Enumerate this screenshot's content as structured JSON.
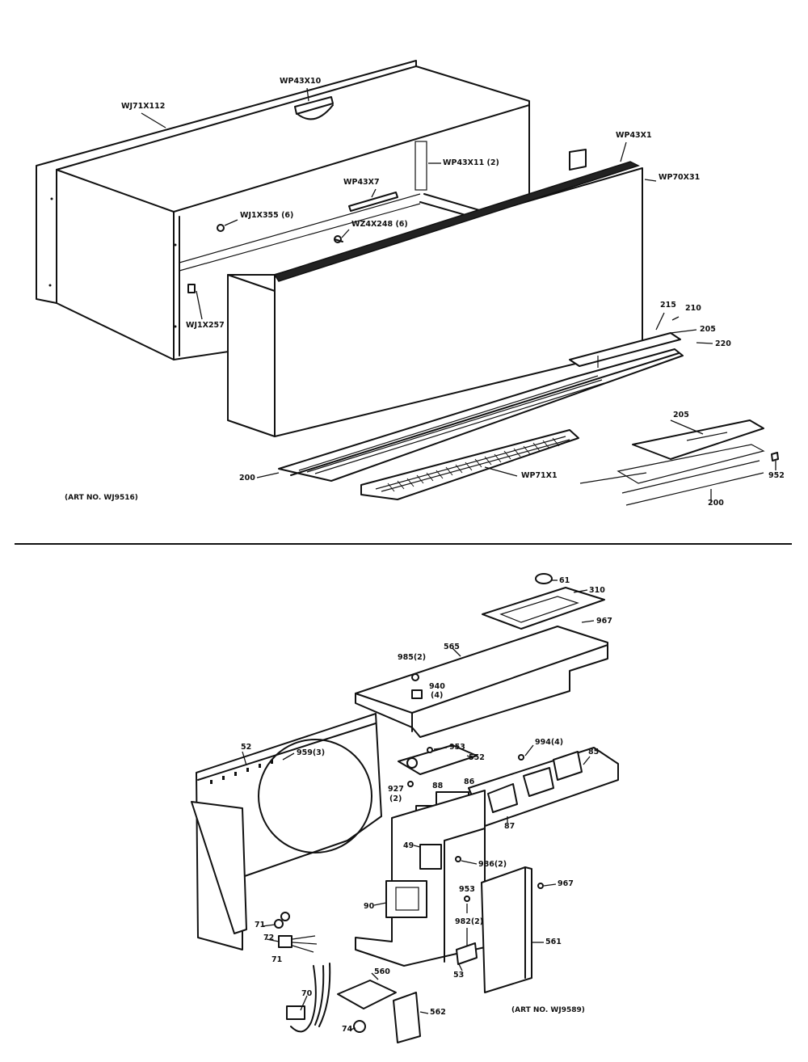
{
  "upper_diagram": {
    "art_no": "(ART NO. WJ9516)",
    "callouts": {
      "wp43x10": "WP43X10",
      "wj71x112": "WJ71X112",
      "wp43x1": "WP43X1",
      "wp43x11": "WP43X11 (2)",
      "wp70x31": "WP70X31",
      "wp43x7": "WP43X7",
      "wj1x355": "WJ1X355 (6)",
      "wz4x248": "WZ4X248 (6)",
      "wj1x257": "WJ1X257",
      "p215": "215",
      "p210": "210",
      "p205a": "205",
      "p220": "220",
      "p205b": "205",
      "p952": "952",
      "p200a": "200",
      "wp71x1": "WP71X1",
      "p200b": "200"
    }
  },
  "lower_diagram": {
    "art_no": "(ART NO. WJ9589)",
    "callouts": {
      "p61": "61",
      "p310": "310",
      "p967a": "967",
      "p565": "565",
      "p985": "985(2)",
      "p940": "940",
      "p940q": "(4)",
      "p52": "52",
      "p959": "959(3)",
      "p953a": "953",
      "p994": "994(4)",
      "p85": "85",
      "p552": "552",
      "p927": "927",
      "p927q": "(2)",
      "p88": "88",
      "p86": "86",
      "p87": "87",
      "p49": "49",
      "p986": "986(2)",
      "p967b": "967",
      "p953b": "953",
      "p90": "90",
      "p982": "982(2)",
      "p71a": "71",
      "p72": "72",
      "p71b": "71",
      "p561": "561",
      "p53": "53",
      "p560": "560",
      "p70": "70",
      "p562": "562",
      "p74": "74"
    }
  }
}
